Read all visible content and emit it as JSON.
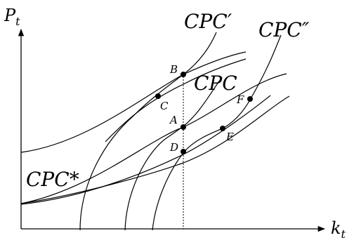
{
  "axes": {
    "y_label": "P",
    "y_sub": "t",
    "x_label": "k",
    "x_sub": "t"
  },
  "curve_labels": {
    "cpc": "CPC",
    "cpc_prime": "CPC′",
    "cpc_double_prime": "CPC″",
    "cpc_star": "CPC*"
  },
  "points": {
    "A": "A",
    "B": "B",
    "C": "C",
    "D": "D",
    "E": "E",
    "F": "F"
  }
}
